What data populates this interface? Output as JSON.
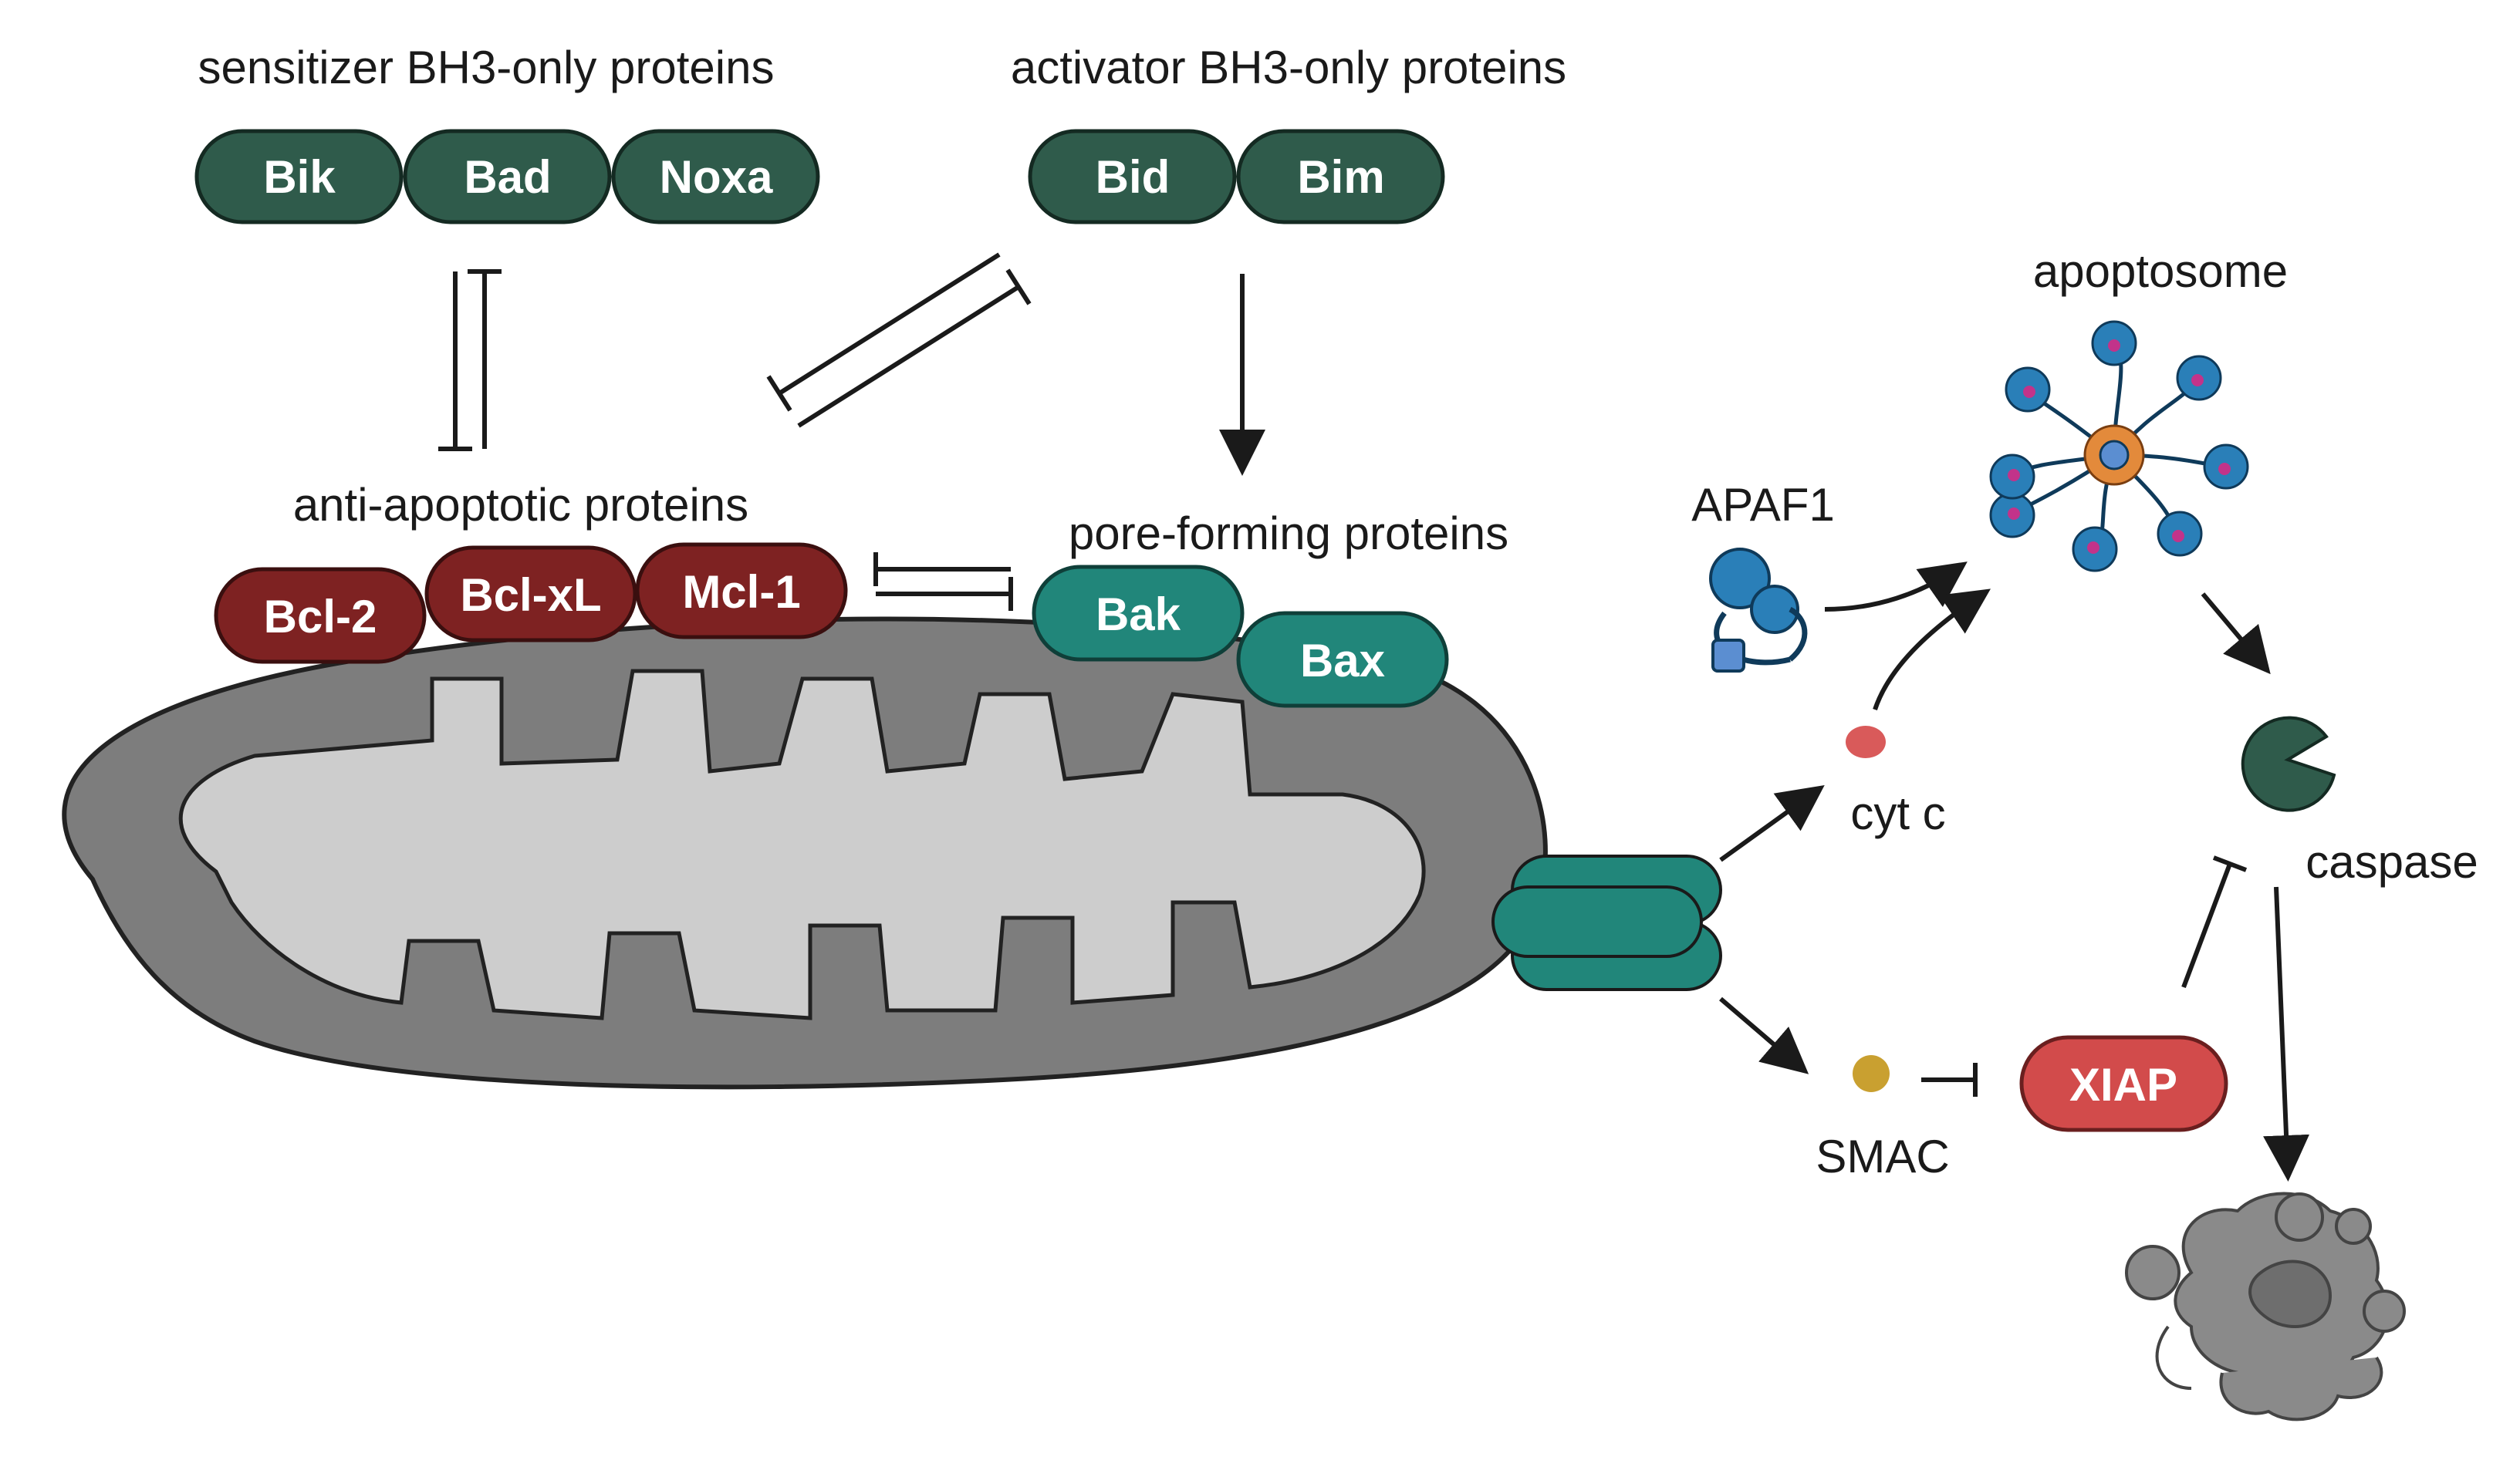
{
  "labels": {
    "sensitizer": "sensitizer BH3-only proteins",
    "activator": "activator BH3-only proteins",
    "anti_apoptotic": "anti-apoptotic proteins",
    "pore_forming": "pore-forming proteins",
    "apoptosome": "apoptosome",
    "apaf1": "APAF1",
    "cyt_c": "cyt c",
    "smac": "SMAC",
    "caspase": "caspase"
  },
  "proteins": {
    "sensitizers": [
      "Bik",
      "Bad",
      "Noxa"
    ],
    "activators": [
      "Bid",
      "Bim"
    ],
    "anti_apoptotic": [
      "Bcl-2",
      "Bcl-xL",
      "Mcl-1"
    ],
    "pore_forming": [
      "Bak",
      "Bax"
    ],
    "xiap": "XIAP"
  },
  "colors": {
    "bh3_green": "#2f5b4b",
    "anti_red": "#7e2222",
    "pore_teal": "#21867a",
    "xiap_red": "#d24b4b",
    "mito_outer": "#7d7d7d",
    "mito_inner": "#cdcdcd",
    "apaf_blue": "#2a7fb8",
    "cytc_pink": "#d95a5a",
    "smac_gold": "#c9a030",
    "caspase_green": "#2f5b4b"
  }
}
